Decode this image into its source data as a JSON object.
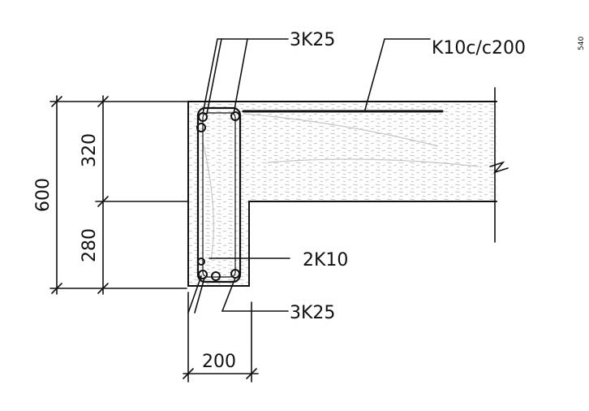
{
  "labels": {
    "top_bars": "3K25",
    "slab_reinforcement": "K10c/c200",
    "corner_note": "540",
    "side_bars": "2K10",
    "bottom_bars": "3K25"
  },
  "dimensions": {
    "total_height": "600",
    "upper_height": "320",
    "lower_height": "280",
    "width": "200"
  },
  "colors": {
    "ink": "#111111",
    "concrete_shade": "#cfcfcf"
  }
}
